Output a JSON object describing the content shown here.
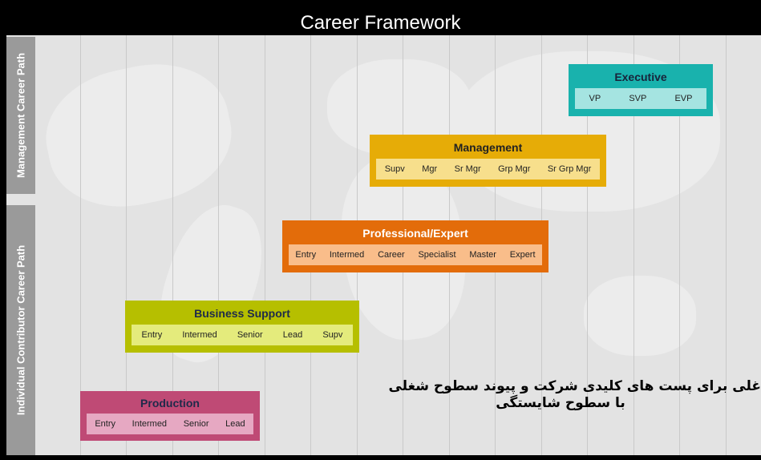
{
  "header": {
    "title": "Career Framework"
  },
  "sidebars": {
    "management": "Management Career Path",
    "individual": "Individual Contributor Career Path"
  },
  "tracks": {
    "executive": {
      "title": "Executive",
      "levels": [
        "VP",
        "SVP",
        "EVP"
      ],
      "colors": {
        "header": "#19b2ad",
        "body": "#a5e4e1",
        "text": "#18233a"
      }
    },
    "management": {
      "title": "Management",
      "levels": [
        "Supv",
        "Mgr",
        "Sr Mgr",
        "Grp Mgr",
        "Sr Grp Mgr"
      ],
      "colors": {
        "header": "#e6ac07",
        "body": "#f7df8c",
        "text": "#222222"
      }
    },
    "professional": {
      "title": "Professional/Expert",
      "levels": [
        "Entry",
        "Intermed",
        "Career",
        "Specialist",
        "Master",
        "Expert"
      ],
      "colors": {
        "header": "#e36c0a",
        "body": "#f9bd8a",
        "text": "#ffffff"
      }
    },
    "business": {
      "title": "Business Support",
      "levels": [
        "Entry",
        "Intermed",
        "Senior",
        "Lead",
        "Supv"
      ],
      "colors": {
        "header": "#b6bf00",
        "body": "#e4eb7c",
        "text": "#1e2a4a"
      }
    },
    "production": {
      "title": "Production",
      "levels": [
        "Entry",
        "Intermed",
        "Senior",
        "Lead"
      ],
      "colors": {
        "header": "#bf4a75",
        "body": "#e6a8c2",
        "text": "#1e2a4a"
      }
    }
  },
  "caption": {
    "line1": "غلی برای پست های کلیدی شرکت و پیوند سطوح شغلی",
    "line2": "با سطوح شایستگی"
  }
}
